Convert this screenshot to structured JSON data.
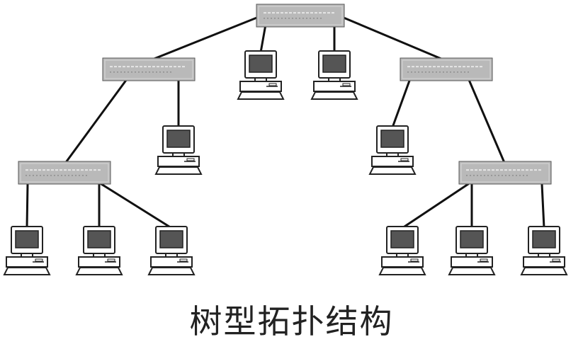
{
  "caption": "树型拓扑结构",
  "nodes": [
    {
      "id": "hub-root",
      "kind": "hub"
    },
    {
      "id": "hub-left",
      "kind": "hub"
    },
    {
      "id": "hub-right",
      "kind": "hub"
    },
    {
      "id": "hub-left-lower",
      "kind": "hub"
    },
    {
      "id": "hub-right-lower",
      "kind": "hub"
    },
    {
      "id": "pc-root-1",
      "kind": "computer"
    },
    {
      "id": "pc-root-2",
      "kind": "computer"
    },
    {
      "id": "pc-left-1",
      "kind": "computer"
    },
    {
      "id": "pc-right-1",
      "kind": "computer"
    },
    {
      "id": "pc-left-lower-1",
      "kind": "computer"
    },
    {
      "id": "pc-left-lower-2",
      "kind": "computer"
    },
    {
      "id": "pc-left-lower-3",
      "kind": "computer"
    },
    {
      "id": "pc-right-lower-1",
      "kind": "computer"
    },
    {
      "id": "pc-right-lower-2",
      "kind": "computer"
    },
    {
      "id": "pc-right-lower-3",
      "kind": "computer"
    }
  ],
  "links": [
    [
      "hub-root",
      "hub-left"
    ],
    [
      "hub-root",
      "pc-root-1"
    ],
    [
      "hub-root",
      "pc-root-2"
    ],
    [
      "hub-root",
      "hub-right"
    ],
    [
      "hub-left",
      "hub-left-lower"
    ],
    [
      "hub-left",
      "pc-left-1"
    ],
    [
      "hub-right",
      "pc-right-1"
    ],
    [
      "hub-right",
      "hub-right-lower"
    ],
    [
      "hub-left-lower",
      "pc-left-lower-1"
    ],
    [
      "hub-left-lower",
      "pc-left-lower-2"
    ],
    [
      "hub-left-lower",
      "pc-left-lower-3"
    ],
    [
      "hub-right-lower",
      "pc-right-lower-1"
    ],
    [
      "hub-right-lower",
      "pc-right-lower-2"
    ],
    [
      "hub-right-lower",
      "pc-right-lower-3"
    ]
  ]
}
